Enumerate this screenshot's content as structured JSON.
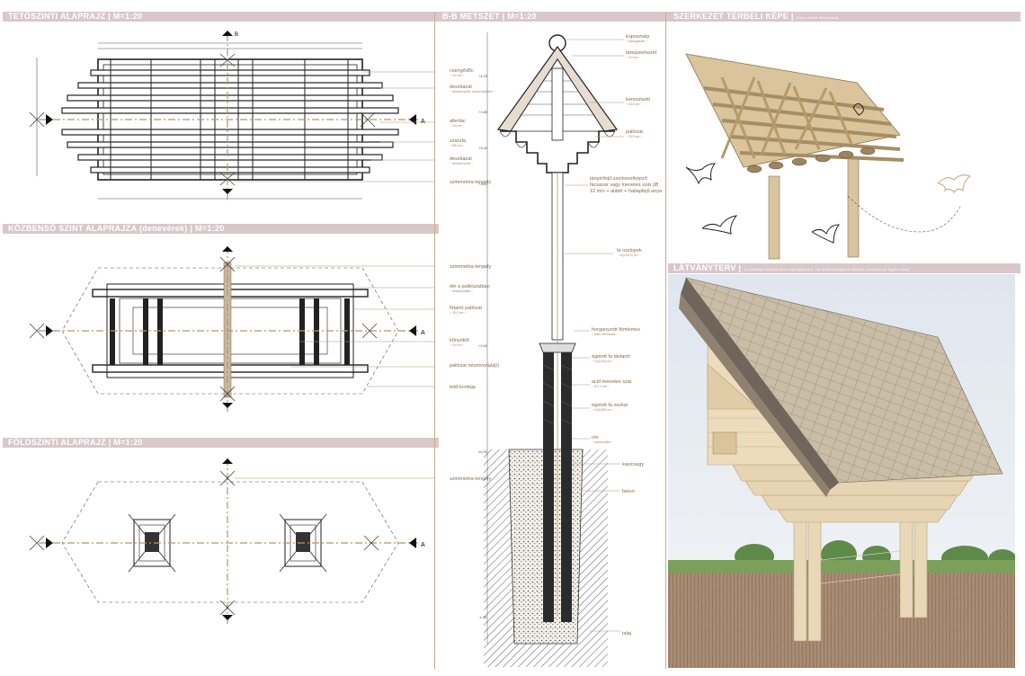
{
  "headers": {
    "roof_plan": "TETŐSZINTI ALAPRAJZ | M=1:20",
    "section": "B-B METSZET | M=1:20",
    "structure_3d": "SZERKEZET TÉRBELI KÉPE |",
    "structure_3d_sub": "(halo nélkül ábrázolva)",
    "middle_plan": "KÖZBENSŐ SZINT ALAPRAJZA (denevérek) | M=1:20",
    "ground_plan": "FÖLDSZINTI ALAPRAJZ | M=1:20",
    "render": "LÁTVÁNYTERV |",
    "render_sub": "(a szárkázi deszka nem mosógyökerű, ha lehet rétegezve kisebb, kíváncsi az egyes rész)"
  },
  "markers": {
    "A": "A",
    "B": "B"
  },
  "roof_plan_labels": [
    {
      "t": "csengődőc",
      "s": "~ 4/4 cm ~"
    },
    {
      "t": "deszkázat",
      "s": "~ denevérvédő, mezei lőgettes ~"
    },
    {
      "t": "alterlác",
      "s": "~ 4/4 cm ~"
    },
    {
      "t": "szarufa",
      "s": "~ 8/8 cm ~"
    },
    {
      "t": "deszkázat",
      "s": "~ denevérvédő ~"
    },
    {
      "t": "szimmetria-tengely",
      "s": ""
    }
  ],
  "middle_plan_labels": [
    {
      "t": "szimmetria-tengely",
      "s": ""
    },
    {
      "t": "élé a palléüzatban",
      "s": "~ deszkázatlan ~"
    },
    {
      "t": "fűtartó pallózat",
      "s": "~ 3/10 cm ~"
    },
    {
      "t": "kőnyöklő",
      "s": "~ 4/4 cm ~"
    },
    {
      "t": "pallózat nézetvonala(i)",
      "s": ""
    },
    {
      "t": "tető-kontúja",
      "s": ""
    }
  ],
  "ground_plan_labels": [
    {
      "t": "szimmetria-tengely",
      "s": ""
    }
  ],
  "section_labels": [
    {
      "t": "kúposzsép",
      "s": "~ bádogfedés ~"
    },
    {
      "t": "tarejszerkezet",
      "s": "~ 4/4 cm ~"
    },
    {
      "t": "keresztartó",
      "s": "~ 4/10 cm ~"
    },
    {
      "t": "pallózat",
      "s": "~ 3/10 cm ~"
    },
    {
      "t": "tányérfejű szerkezetképző facsavar vagy menetes szár (Ø 12 mm + alátét + hatlapfejű anya",
      "s": ""
    },
    {
      "t": "fa oszlopok",
      "s": "~ 2x(10/10) cm ~"
    },
    {
      "t": "horganyzott fémlemez",
      "s": "~ ellen elfordulás ~"
    },
    {
      "t": "égetett fa távtartó",
      "s": "~ 2x(10/5) cm ~"
    },
    {
      "t": "acél menetes szár",
      "s": "~ Ø 12 mm ~"
    },
    {
      "t": "égetett fa oszlop",
      "s": "~ 2x(10/5) cm ~"
    },
    {
      "t": "rés",
      "s": "~ szellőzetlen ~"
    },
    {
      "t": "kavicságy",
      "s": ""
    },
    {
      "t": "beton",
      "s": ""
    },
    {
      "t": "talaj",
      "s": ""
    }
  ],
  "levels": [
    "+4,25",
    "+3,85",
    "+3,40",
    "+3,00",
    "+2,60",
    "±0,00",
    "-1,00"
  ]
}
